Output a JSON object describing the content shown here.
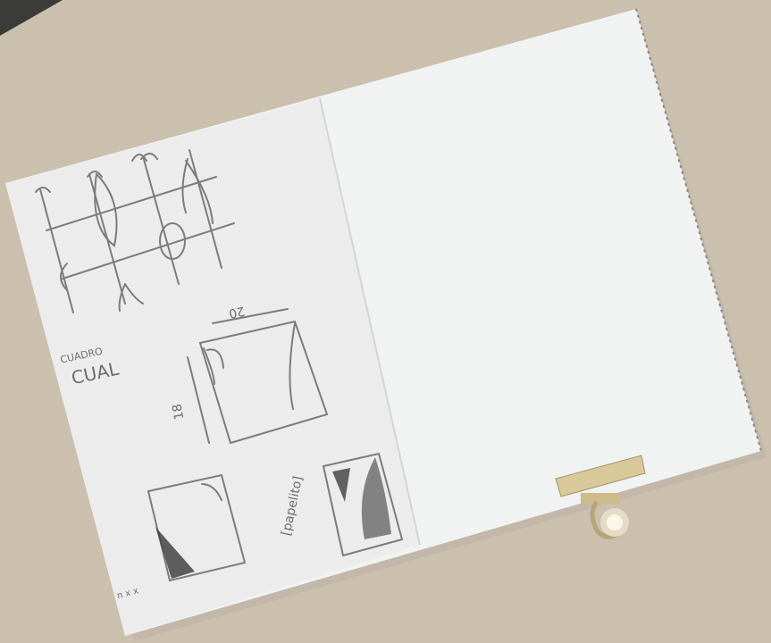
{
  "scene": {
    "description_free": true,
    "colors": {
      "table": "#cbbfae",
      "paper": "#f1f2f2",
      "paper_shadow": "#c9c5bf",
      "pencil": "#7a7a7a",
      "clip": "#c9b98c"
    }
  },
  "sketch_labels": {
    "dimension_top": "20",
    "dimension_side": "18",
    "note_left": "CUAL",
    "note_left_small": "CUADRO",
    "note_middle": "[papelito]",
    "note_bottom": "n x x"
  }
}
